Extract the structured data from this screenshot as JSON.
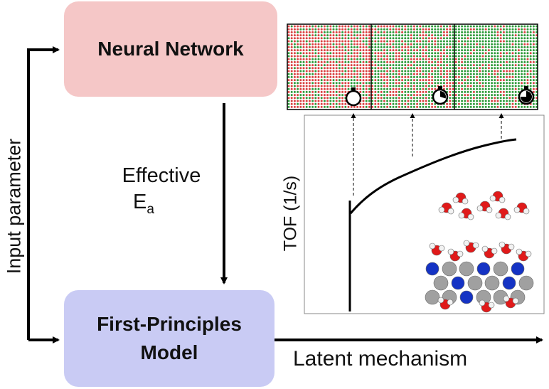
{
  "diagram": {
    "neural_network_label": "Neural Network",
    "first_principles_label_line1": "First-Principles",
    "first_principles_label_line2": "Model",
    "input_parameter_label": "Input parameter",
    "effective_label": "Effective",
    "ea_label_main": "E",
    "ea_label_sub": "a",
    "latent_mechanism_label": "Latent mechanism",
    "tof_axis_label": "TOF (1/s)"
  },
  "colors": {
    "neural_network_box": "#f5c7c7",
    "first_principles_box": "#c9cbf4",
    "lattice_red": "#d94141",
    "lattice_green": "#2e9a3a",
    "oxygen": "#e01a1a",
    "metal_blue": "#1533c4",
    "metal_gray": "#a0a0a0",
    "hydrogen": "#f2f2f2"
  },
  "icons": [
    "stopwatch-icon",
    "stopwatch-icon",
    "stopwatch-icon"
  ],
  "lattice_panels": [
    {
      "green_fraction": 0.3,
      "timer_progress": 0.0
    },
    {
      "green_fraction": 0.65,
      "timer_progress": 0.3
    },
    {
      "green_fraction": 0.8,
      "timer_progress": 0.75
    }
  ]
}
